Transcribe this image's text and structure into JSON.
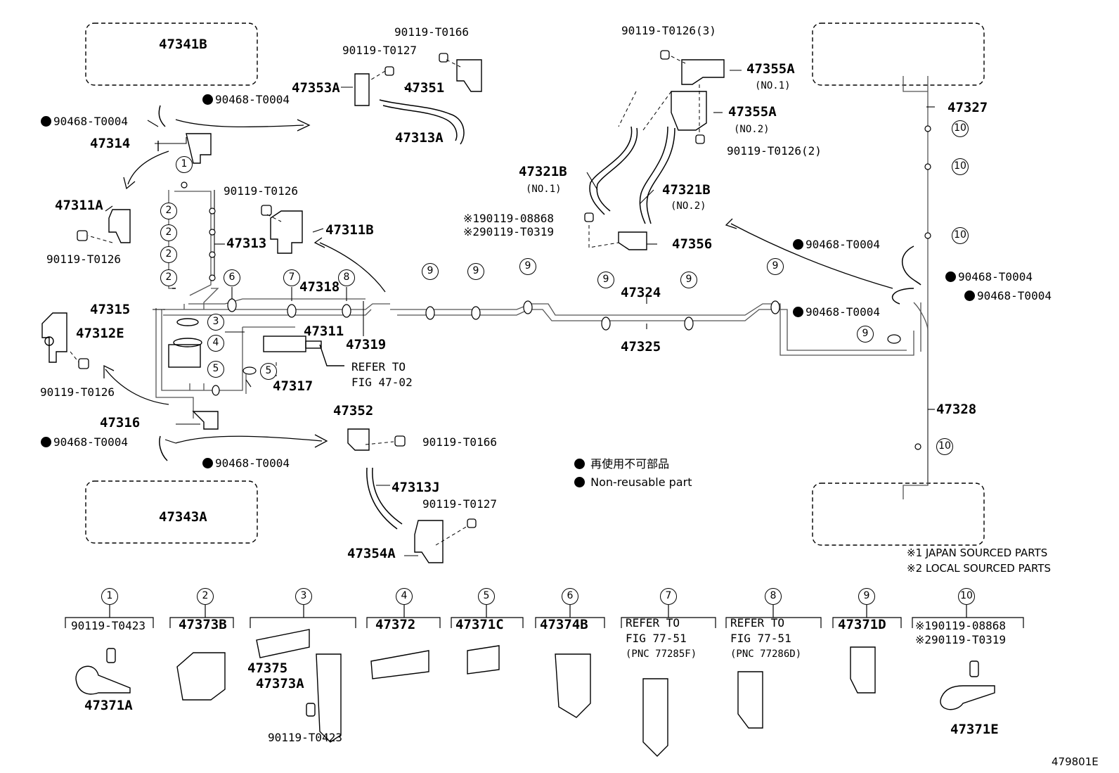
{
  "figure_number": "479801E",
  "legend": {
    "non_reusable_jp": "再使用不可部品",
    "non_reusable_en": "Non-reusable part",
    "note1": "※1 JAPAN SOURCED PARTS",
    "note2": "※2 LOCAL SOURCED PARTS"
  },
  "labels": {
    "p47341B": "47341B",
    "p47343A": "47343A",
    "nut_tl1": "90468-T0004",
    "nut_tl2": "90468-T0004",
    "nut_bl1": "90468-T0004",
    "nut_bl2": "90468-T0004",
    "p47314": "47314",
    "p47311A": "47311A",
    "bolt_311A": "90119-T0126",
    "p47313": "47313",
    "p47315": "47315",
    "p47312E": "47312E",
    "bolt_312E": "90119-T0126",
    "p47316": "47316",
    "bolt_311B": "90119-T0126",
    "p47311B": "47311B",
    "p47318": "47318",
    "p47311": "47311",
    "p47319": "47319",
    "p47317": "47317",
    "refer_mc1": "REFER TO",
    "refer_mc2": "FIG 47-02",
    "bolt_t0166_top": "90119-T0166",
    "bolt_t0127_top": "90119-T0127",
    "p47353A": "47353A",
    "p47351": "47351",
    "p47313A": "47313A",
    "p47352": "47352",
    "bolt_t0166_bot": "90119-T0166",
    "p47313J": "47313J",
    "bolt_t0127_bot": "90119-T0127",
    "p47354A": "47354A",
    "bolt_t0126_3": "90119-T0126(3)",
    "p47355A_1": "47355A",
    "no1_355": "(NO.1)",
    "p47355A_2": "47355A",
    "no2_355": "(NO.2)",
    "bolt_t0126_2": "90119-T0126(2)",
    "p47321B_1": "47321B",
    "no1_321": "(NO.1)",
    "p47321B_2": "47321B",
    "no2_321": "(NO.2)",
    "bolt_jp": "※190119-08868",
    "bolt_local": "※290119-T0319",
    "p47356": "47356",
    "p47324": "47324",
    "p47325": "47325",
    "p47327": "47327",
    "p47328": "47328",
    "nut_r1": "90468-T0004",
    "nut_r2": "90468-T0004",
    "nut_r3": "90468-T0004",
    "nut_r4": "90468-T0004"
  },
  "callouts": {
    "c1": "1",
    "c2": "2",
    "c3": "3",
    "c4": "4",
    "c5": "5",
    "c6": "6",
    "c7": "7",
    "c8": "8",
    "c9": "9",
    "c10": "10"
  },
  "bottom_row": [
    {
      "num": "1",
      "lines": [
        "90119-T0423"
      ],
      "part": "47371A"
    },
    {
      "num": "2",
      "lines": [
        "47373B"
      ],
      "part": ""
    },
    {
      "num": "3",
      "lines": [
        "47375",
        "47373A",
        "90119-T0423"
      ],
      "part": ""
    },
    {
      "num": "4",
      "lines": [
        "47372"
      ],
      "part": ""
    },
    {
      "num": "5",
      "lines": [
        "47371C"
      ],
      "part": ""
    },
    {
      "num": "6",
      "lines": [
        "47374B"
      ],
      "part": ""
    },
    {
      "num": "7",
      "lines": [
        "REFER TO",
        "FIG 77-51",
        "(PNC 77285F)"
      ],
      "part": ""
    },
    {
      "num": "8",
      "lines": [
        "REFER TO",
        "FIG 77-51",
        "(PNC 77286D)"
      ],
      "part": ""
    },
    {
      "num": "9",
      "lines": [
        "47371D"
      ],
      "part": ""
    },
    {
      "num": "10",
      "lines": [
        "※190119-08868",
        "※290119-T0319"
      ],
      "part": "47371E"
    }
  ]
}
